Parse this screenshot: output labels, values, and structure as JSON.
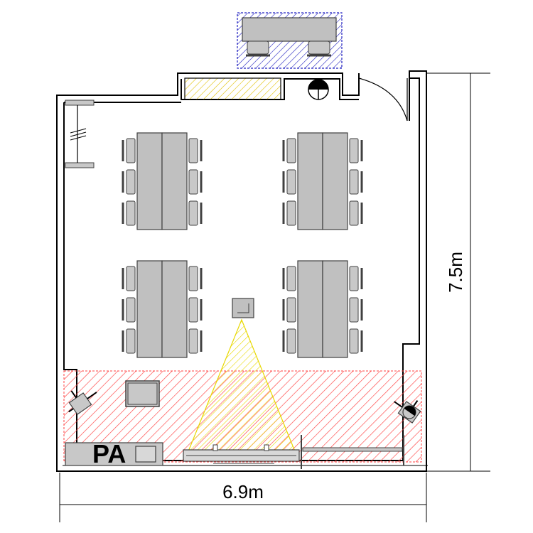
{
  "dimensions": {
    "width_label": "6.9m",
    "height_label": "7.5m"
  },
  "labels": {
    "pa": "PA"
  },
  "colors": {
    "stage_hatch": "#ff4040",
    "projection_hatch": "#e8d800",
    "storage_hatch": "#e0c000",
    "exterior_hatch": "#2020c0",
    "furniture": "#c0c0c0",
    "walls": "#000000"
  },
  "icons": {
    "speaker_left": "speaker-icon",
    "speaker_right": "speaker-icon",
    "projector": "projector-icon",
    "ceiling_fixture": "ceiling-fixture-icon",
    "door": "door-swing-icon"
  }
}
